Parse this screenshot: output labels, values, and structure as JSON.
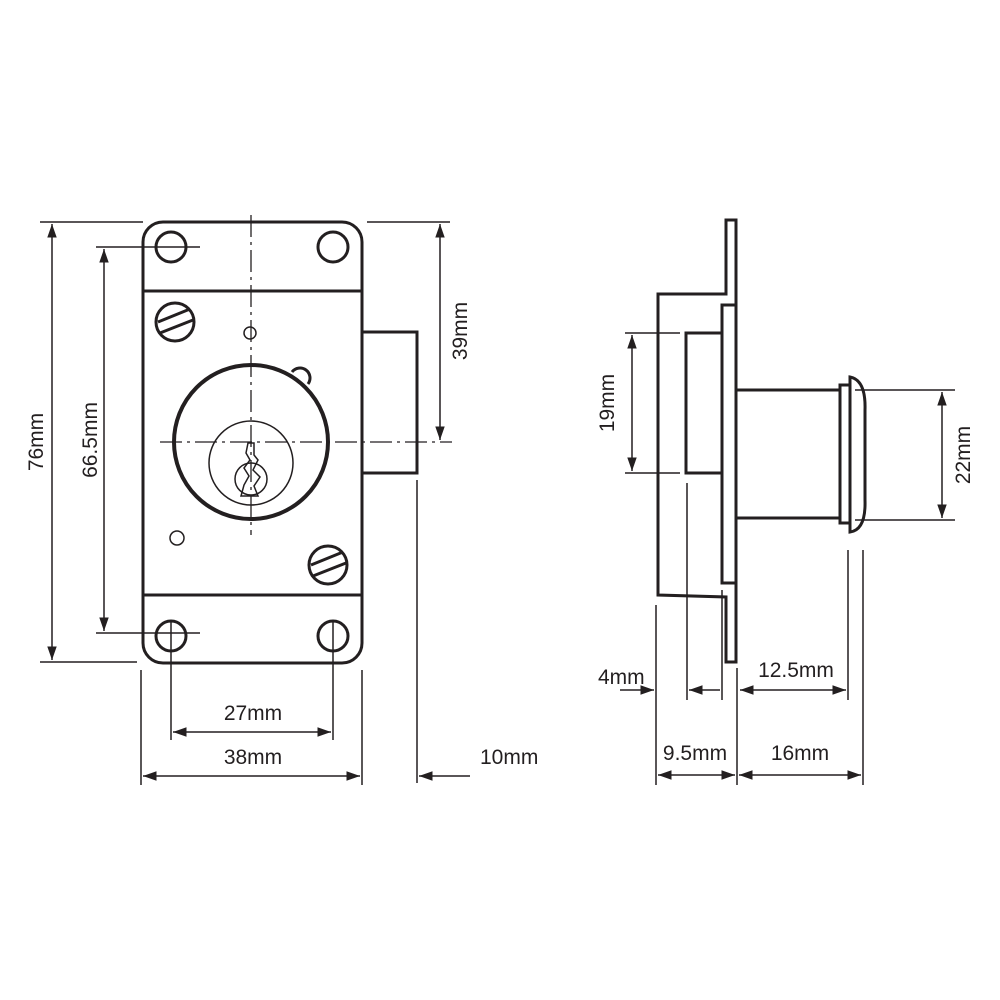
{
  "front_view": {
    "height_overall": "76mm",
    "hole_spacing_vertical": "66.5mm",
    "centre_from_top": "39mm",
    "hole_spacing_horizontal": "27mm",
    "width_overall": "38mm",
    "bolt_projection": "10mm"
  },
  "side_view": {
    "bolt_height": "19mm",
    "cylinder_diameter": "22mm",
    "plate_offset": "4mm",
    "body_depth": "9.5mm",
    "cylinder_length": "12.5mm",
    "cylinder_projection": "16mm"
  },
  "colors": {
    "line": "#231f20",
    "background": "#ffffff"
  }
}
